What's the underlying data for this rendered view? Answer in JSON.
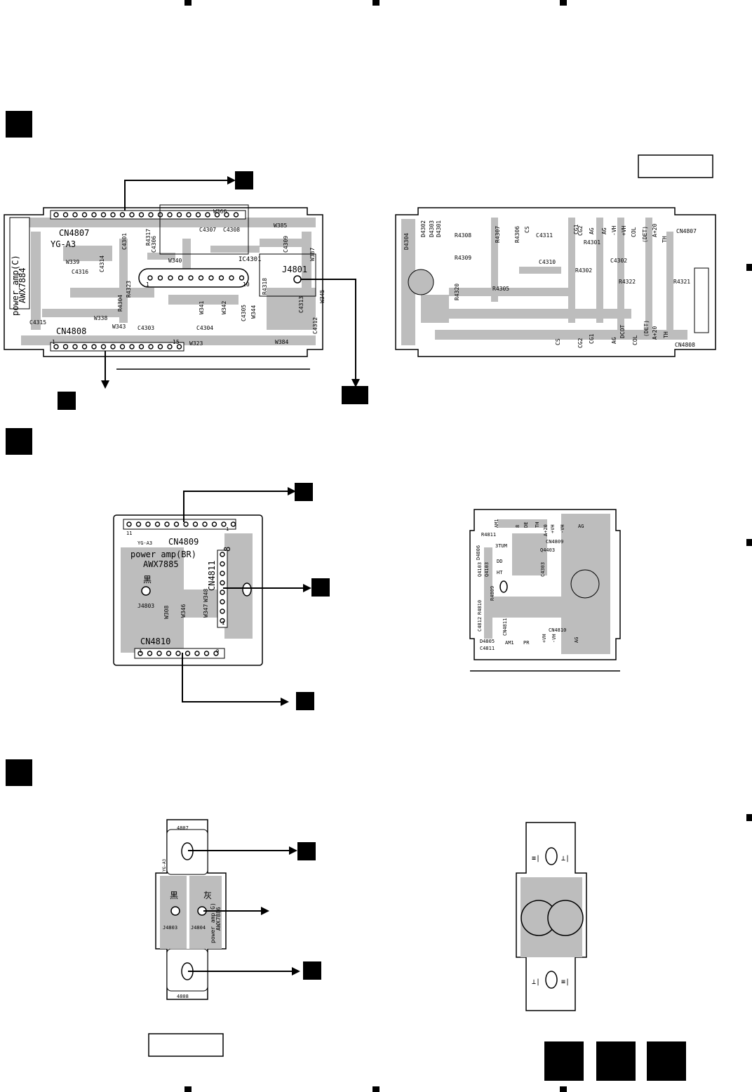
{
  "colors": {
    "ink": "#000000",
    "copper": "#bdbdbd",
    "paper": "#ffffff"
  },
  "board_c": {
    "side_a": {
      "labels": [
        "CN4807",
        "YG-A3",
        "power amp(C)",
        "AWX7884",
        "J4801",
        "IC4301",
        "CN4808",
        "W366",
        "W385",
        "C4307",
        "C4308",
        "C4301",
        "C4306",
        "R4317",
        "C4309",
        "W387",
        "W345",
        "W340",
        "W339",
        "C4316",
        "C4314",
        "R4323",
        "R4304",
        "W338",
        "C4315",
        "W341",
        "W342",
        "C4305",
        "W344",
        "R4318",
        "C4312",
        "C4313",
        "W343",
        "C4303",
        "C4304",
        "W323",
        "W384",
        "1",
        "10",
        "1",
        "15"
      ]
    },
    "side_b": {
      "labels": [
        "D4301",
        "D4303",
        "D4302",
        "D4304",
        "R4308",
        "R4309",
        "R4307",
        "R4306",
        "C4311",
        "CS",
        "C4310",
        "R4305",
        "R4320",
        "CG2",
        "CG1",
        "AG",
        "AG",
        "-VH",
        "+VH",
        "COL",
        "(DET)",
        "A+20",
        "TH",
        "CN4807",
        "R4301",
        "C4302",
        "R4302",
        "R4322",
        "R4321",
        "CS",
        "CG2",
        "CG1",
        "DCOT",
        "AG",
        "COL",
        "(DET)",
        "A+20",
        "TH",
        "CN4808"
      ]
    }
  },
  "board_br": {
    "side_a": {
      "labels": [
        "11",
        "1",
        "YG-A3",
        "CN4809",
        "power amp(BR)",
        "AWX7885",
        "CN4811",
        "8",
        "1",
        "黒",
        "J4803",
        "W308",
        "W346",
        "W347",
        "W348",
        "CN4810",
        "1",
        "9"
      ]
    },
    "side_b": {
      "labels": [
        "R4811",
        "AM1",
        "8",
        "DE",
        "TH",
        "+VH",
        "-VH",
        "AG",
        "A+20",
        "CN4809",
        "D4806",
        "3TUM",
        "Q4103",
        "Q4403",
        "C4303",
        "DD",
        "Q4103",
        "HT",
        "R4809",
        "R4810",
        "C4812",
        "CN4811",
        "CN4810",
        "+VH",
        "-VH",
        "D4805",
        "C4811",
        "AM1",
        "PR",
        "AG"
      ]
    }
  },
  "board_g": {
    "side_a": {
      "labels": [
        "4807",
        "YG-A3",
        "黒",
        "灰",
        "power amp(G)",
        "AWX7886",
        "J4803",
        "J4804",
        "4808"
      ]
    },
    "side_b": {
      "labels": [
        "≡|",
        "⊥|",
        "⊥|",
        "≡|"
      ]
    }
  }
}
